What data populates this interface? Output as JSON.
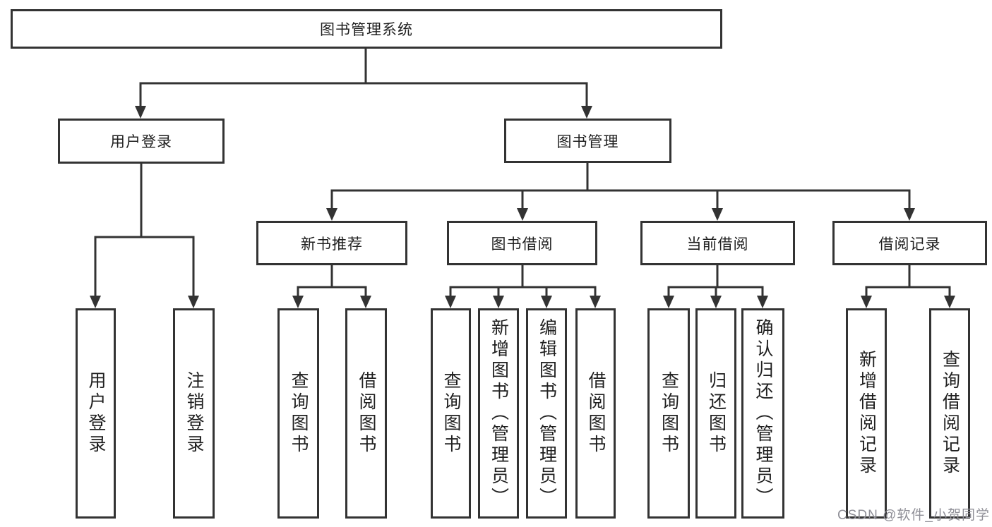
{
  "diagram": {
    "nodes": {
      "root": {
        "label": "图书管理系统"
      },
      "user_login": {
        "label": "用户登录"
      },
      "book_mgmt": {
        "label": "图书管理"
      },
      "new_book_rec": {
        "label": "新书推荐"
      },
      "book_borrow": {
        "label": "图书借阅"
      },
      "current_borrow": {
        "label": "当前借阅"
      },
      "borrow_record": {
        "label": "借阅记录"
      },
      "login_leaf": {
        "label": "用户登录"
      },
      "logout_leaf": {
        "label": "注销登录"
      },
      "rec_query": {
        "label": "查询图书"
      },
      "rec_borrow": {
        "label": "借阅图书"
      },
      "bb_query": {
        "label": "查询图书"
      },
      "bb_add": {
        "label": "新增图书（管理员）"
      },
      "bb_edit": {
        "label": "编辑图书（管理员）"
      },
      "bb_borrow": {
        "label": "借阅图书"
      },
      "cb_query": {
        "label": "查询图书"
      },
      "cb_return": {
        "label": "归还图书"
      },
      "cb_confirm": {
        "label": "确认归还（管理员）"
      },
      "br_add": {
        "label": "新增借阅记录"
      },
      "br_query": {
        "label": "查询借阅记录"
      }
    },
    "watermark": "CSDN @软件_小贺同学",
    "colors": {
      "line": "#333333",
      "text": "#1f1f1f",
      "watermark": "#8f8f97",
      "background": "#ffffff"
    }
  }
}
